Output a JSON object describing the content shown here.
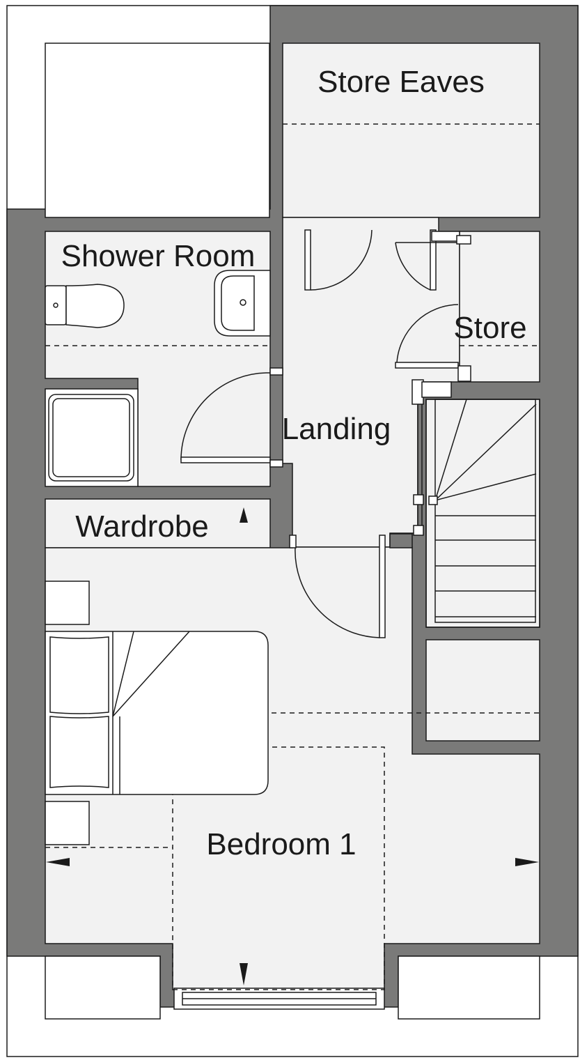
{
  "plan": {
    "colors": {
      "wall": "#7a7a79",
      "floor": "#f2f2f2",
      "line": "#1a1a1a",
      "outside": "#ffffff"
    },
    "rooms": {
      "store_eaves": "Store Eaves",
      "shower_room": "Shower Room",
      "store": "Store",
      "landing": "Landing",
      "wardrobe": "Wardrobe",
      "bedroom_1": "Bedroom 1"
    }
  }
}
